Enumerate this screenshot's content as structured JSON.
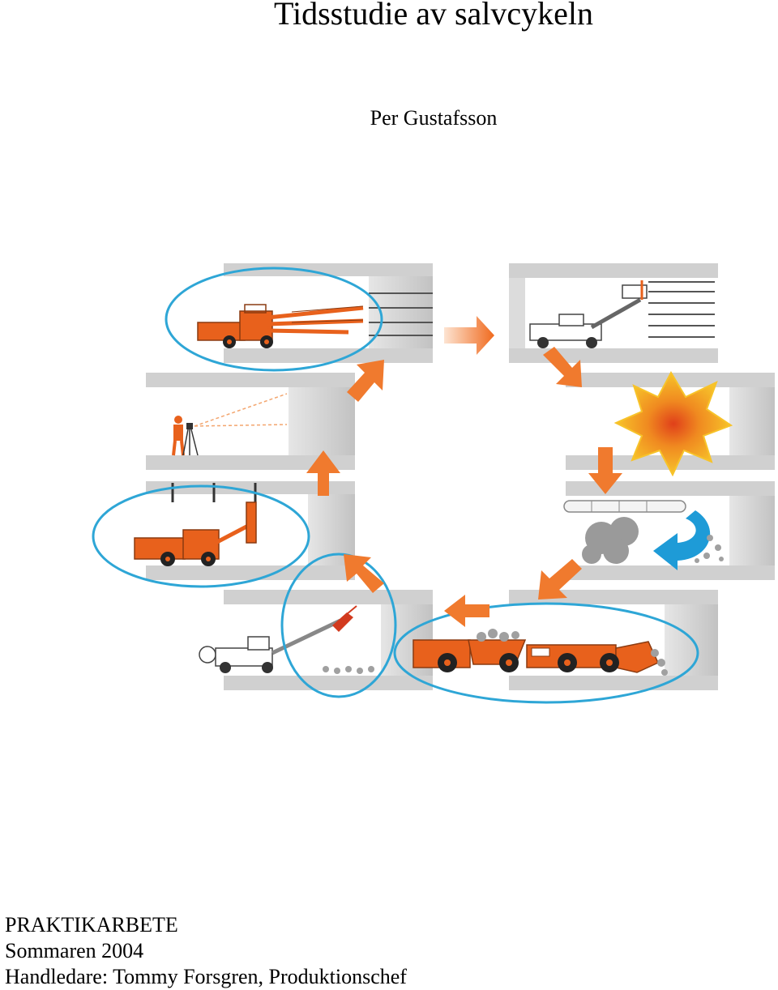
{
  "document": {
    "title": "Tidsstudie av salvcykeln",
    "author": "Per Gustafsson"
  },
  "figure": {
    "colors": {
      "machine": "#e8611c",
      "machine_dark": "#8a3a10",
      "arrow": "#f07a2e",
      "highlight_ellipse": "#2ea6d6",
      "tunnel_rock": "#d4d4d4",
      "tunnel_shadow": "#b9b9b9",
      "explosion_outer": "#f5a623",
      "explosion_inner": "#e8441c",
      "ventilation_arrow": "#1e9bd7",
      "smoke": "#9a9a9a"
    }
  },
  "footer": {
    "line1": "PRAKTIKARBETE",
    "line2": "Sommaren 2004",
    "line3": "Handledare: Tommy Forsgren, Produktionschef"
  }
}
